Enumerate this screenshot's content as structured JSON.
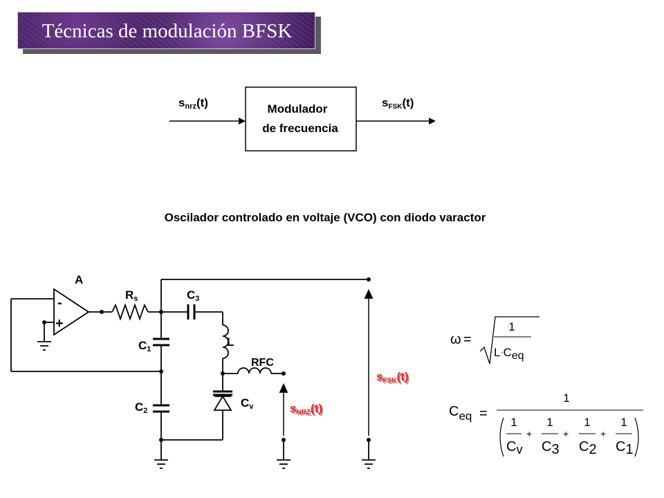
{
  "title": "Técnicas de modulación  BFSK",
  "block": {
    "line1": "Modulador",
    "line2": "de frecuencia",
    "in_main": "s",
    "in_sub": "nrz",
    "in_tail": "(t)",
    "out_main": "s",
    "out_sub": "FSK",
    "out_tail": "(t)"
  },
  "subtitle": "Oscilador controlado en voltaje (VCO) con diodo varactor",
  "circuit": {
    "opamp_label": "A",
    "minus": "-",
    "plus": "+",
    "rs_main": "R",
    "rs_sub": "s",
    "c3_main": "C",
    "c3_sub": "3",
    "c1_main": "C",
    "c1_sub": "1",
    "c2_main": "C",
    "c2_sub": "2",
    "l": "L",
    "rfc": "RFC",
    "cv_main": "C",
    "cv_sub": "v",
    "snrz_main": "s",
    "snrz_sub": "NRZ",
    "snrz_tail": "(t)",
    "sfsk_main": "s",
    "sfsk_sub": "FSK",
    "sfsk_tail": "(t)",
    "signal_color": "#ff2020"
  },
  "formulas": {
    "omega": "ω",
    "equals": "=",
    "one": "1",
    "l": "L",
    "dot": "·",
    "ceq_c": "C",
    "ceq_sub": "eq",
    "plus": "+",
    "cv": "v",
    "c3": "3",
    "c2": "2",
    "c1": "1"
  }
}
